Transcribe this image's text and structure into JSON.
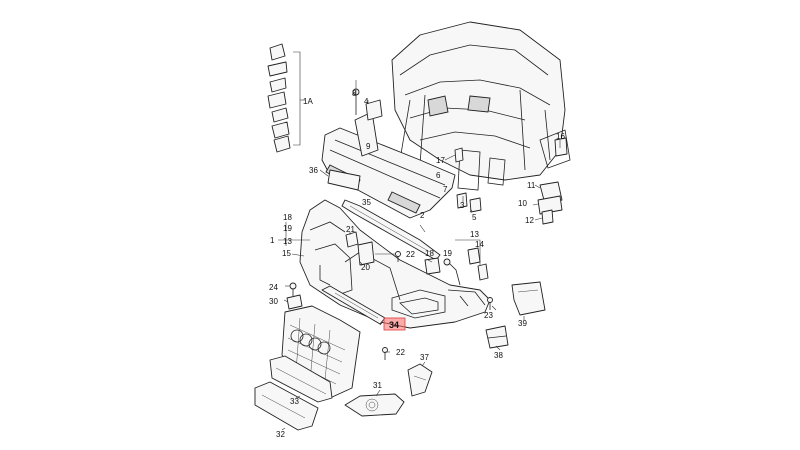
{
  "diagram": {
    "callouts": [
      {
        "id": "c-1a",
        "label": "1A"
      },
      {
        "id": "c-8",
        "label": "8"
      },
      {
        "id": "c-4",
        "label": "4"
      },
      {
        "id": "c-9",
        "label": "9"
      },
      {
        "id": "c-36",
        "label": "36"
      },
      {
        "id": "c-16",
        "label": "16"
      },
      {
        "id": "c-17",
        "label": "17"
      },
      {
        "id": "c-6",
        "label": "6"
      },
      {
        "id": "c-7",
        "label": "7"
      },
      {
        "id": "c-11",
        "label": "11"
      },
      {
        "id": "c-10",
        "label": "10"
      },
      {
        "id": "c-12",
        "label": "12"
      },
      {
        "id": "c-35",
        "label": "35"
      },
      {
        "id": "c-2",
        "label": "2"
      },
      {
        "id": "c-3",
        "label": "3"
      },
      {
        "id": "c-5",
        "label": "5"
      },
      {
        "id": "c-18",
        "label": "18"
      },
      {
        "id": "c-19",
        "label": "19"
      },
      {
        "id": "c-1",
        "label": "1"
      },
      {
        "id": "c-13a",
        "label": "13"
      },
      {
        "id": "c-15",
        "label": "15"
      },
      {
        "id": "c-21",
        "label": "21"
      },
      {
        "id": "c-22a",
        "label": "22"
      },
      {
        "id": "c-20",
        "label": "20"
      },
      {
        "id": "c-13b",
        "label": "13"
      },
      {
        "id": "c-19b",
        "label": "19"
      },
      {
        "id": "c-14",
        "label": "14"
      },
      {
        "id": "c-18b",
        "label": "18"
      },
      {
        "id": "c-24",
        "label": "24"
      },
      {
        "id": "c-30",
        "label": "30"
      },
      {
        "id": "c-23",
        "label": "23"
      },
      {
        "id": "c-39",
        "label": "39"
      },
      {
        "id": "c-34",
        "label": "34"
      },
      {
        "id": "c-22b",
        "label": "22"
      },
      {
        "id": "c-38",
        "label": "38"
      },
      {
        "id": "c-37",
        "label": "37"
      },
      {
        "id": "c-31",
        "label": "31"
      },
      {
        "id": "c-33",
        "label": "33"
      },
      {
        "id": "c-32",
        "label": "32"
      }
    ],
    "highlighted_label": "34",
    "highlight_color": "#ff6b6b"
  }
}
